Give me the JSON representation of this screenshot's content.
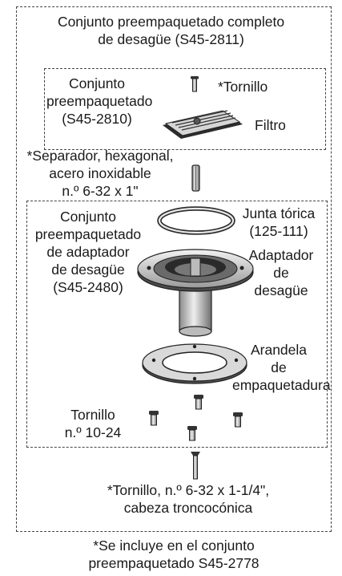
{
  "outer_kit": {
    "line1": "Conjunto preempaquetado completo",
    "line2": "de desagüe (S45-2811)"
  },
  "strainer_kit": {
    "kit_line1": "Conjunto",
    "kit_line2": "preempaquetado",
    "kit_line3": "(S45-2810)",
    "screw": "*Tornillo",
    "strainer": "Filtro"
  },
  "spacer": {
    "line1": "*Separador, hexagonal,",
    "line2": "acero inoxidable",
    "line3": "n.º 6-32 x 1\""
  },
  "adapter_kit": {
    "line1": "Conjunto",
    "line2": "preempaquetado",
    "line3": "de adaptador",
    "line4": "de desagüe",
    "line5": "(S45-2480)"
  },
  "o_ring": {
    "line1": "Junta tórica",
    "line2": "(125-111)"
  },
  "drain_adapter": {
    "line1": "Adaptador",
    "line2": "de",
    "line3": "desagüe"
  },
  "gasket": {
    "line1": "Arandela",
    "line2": "de",
    "line3": "empaquetadura"
  },
  "screw_10_24": {
    "line1": "Tornillo",
    "line2": "n.º 10-24"
  },
  "flat_screw": {
    "line1": "*Tornillo, n.º 6-32 x 1-1/4\",",
    "line2": "cabeza troncocónica"
  },
  "footnote": {
    "line1": "*Se incluye en el conjunto",
    "line2": "preempaquetado S45-2778"
  }
}
